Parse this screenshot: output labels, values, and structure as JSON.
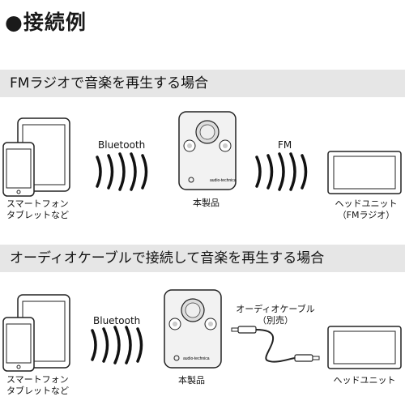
{
  "heading": "●接続例",
  "section_fm": {
    "banner": "FMラジオで音楽を再生する場合",
    "bluetooth_label": "Bluetooth",
    "fm_label": "FM",
    "phone_label_line1": "スマートフォン",
    "phone_label_line2": "タブレットなど",
    "device_label": "本製品",
    "head_unit_label_line1": "ヘッドユニット",
    "head_unit_label_line2": "（FMラジオ）"
  },
  "section_cable": {
    "banner": "オーディオケーブルで接続して音楽を再生する場合",
    "bluetooth_label": "Bluetooth",
    "cable_label_line1": "オーディオケーブル",
    "cable_label_line2": "（別売）",
    "phone_label_line1": "スマートフォン",
    "phone_label_line2": "タブレットなど",
    "device_label": "本製品",
    "head_unit_label": "ヘッドユニット"
  },
  "brand_text": "audio-technica",
  "colors": {
    "banner_bg": "#e6e6e6",
    "line": "#222222",
    "device_fill": "#f2f2f2"
  }
}
